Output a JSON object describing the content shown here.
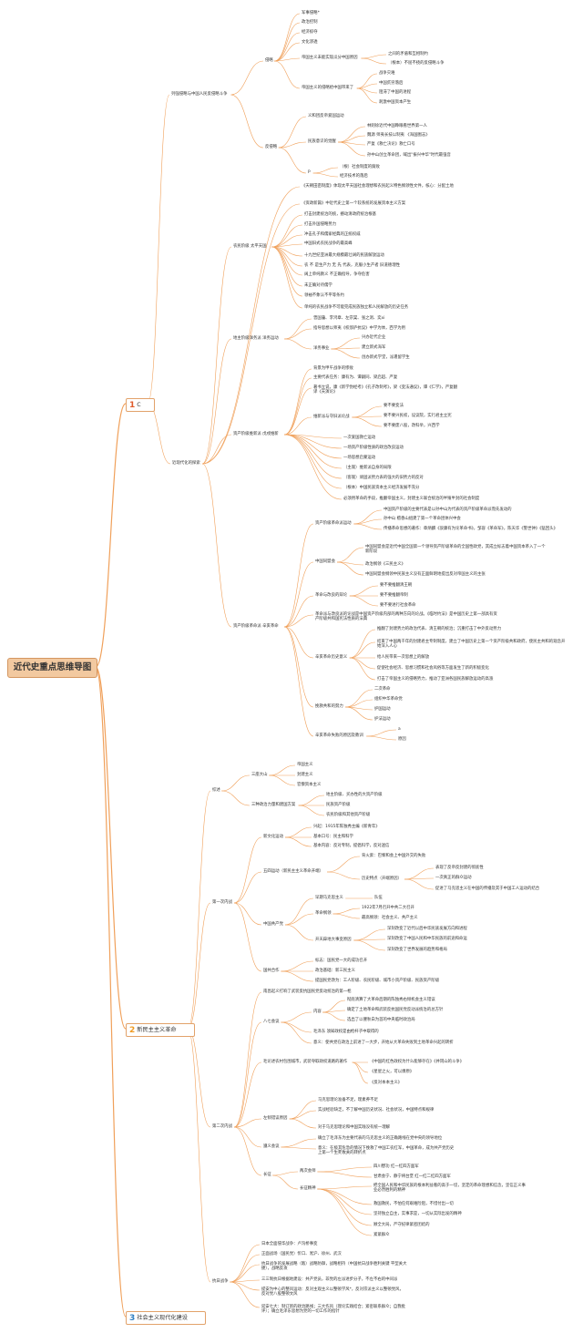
{
  "title": "近代史重点思维导图",
  "colors": {
    "line": "#f0a05a",
    "root_fill": "#f2c9a0",
    "root_border": "#d49660"
  },
  "sections": [
    {
      "num": "1",
      "label": "C"
    },
    {
      "num": "2",
      "label": "新民主主义革命"
    },
    {
      "num": "3",
      "label": "社会主义现代化建设"
    }
  ],
  "nodes": [
    "列强侵略与中国人民反侵略斗争",
    "侵略",
    "军事侵略*",
    "政治控制",
    "经济掠夺",
    "文化渗透",
    "帝国主义未能实现瓜分中国原因",
    "之间的矛盾和互相制约",
    "（根本）不屈不挠的反侵略斗争",
    "帝国主义的侵略给中国带来了",
    "战争灾难",
    "中国贫穷落后",
    "阻滞了中国的进程",
    "刺激中国资本产生",
    "反侵略",
    "义和团反帝爱国运动",
    "民族意识的觉醒",
    "林则徐近代中国睁眼看世界第一人",
    "魏源 师夷长技以制夷 《海国图志》",
    "严复《救亡决论》救亡口号",
    "孙中山创立革命团，喊出\"振兴中华\"时代最强音",
    "P",
    "（根）社会制度的腐败",
    "经济技术的落后",
    "近现代化的探索",
    "《天朝田亩制度》体现太平天国社会理想和农民起义特色纲领性文件，核心：分配土地",
    "《资政新篇》中近代史上第一个较系统的发展资本主义方案",
    "农民阶级 太平天国",
    "打击封建统治的统，撼动清政府统治根基",
    "打击外国侵略势力",
    "冲击孔子和儒家经典的正统权威",
    "中国旧式农民战争的最高峰",
    "十九世纪亚洲最大规模最壮阔的民族解放运动",
    "农 不 是生产力 无 先 代表，克服小生产者 旧道德理性",
    "阔上单纯教义 不正确指导，争夺危害",
    "未正确对待儒学",
    "领袖不象认不平等条约",
    "单纯的农民战争不可能完成民族独立和人民解放的历史任务",
    "地主阶级洋务派 洋务运动",
    "曾国藩、李鸿章、左宗棠、张之洞、奕xi",
    "指导思想以师夷《校邠庐抗议》中学为体，西学为用",
    "洋务事业",
    "兴办近代企业",
    "建立新式海军",
    "创办新式学堂，派遣留学生",
    "资产阶级维新派 戊戌维新",
    "背景为甲午战争的惨败",
    "主要代表任务：康有为、谭嗣同、梁启超、严复",
    "著书立说，康《新学伪经考》《孔子改制考》，梁《变法通议》，谭《仁学》，严复翻译《天演论》",
    "维新派与守旧派论战",
    "要不要变法",
    "要不要兴民权，设议院，实行君主立宪",
    "要不要废八股，改科举，兴西学",
    "一次爱国救亡运动",
    "一场资产阶级性质的政治改良运动",
    "一场思想启蒙运动",
    "（主观）维新派自身的局限",
    "（客观）顽固派势力表的强大的旧势力的反对",
    "（根本）中国民族资本主义经济发展不充分",
    "必须用革命的手段，推翻帝国主义，封建主义联合统治的半殖半封的社会制度",
    "资产阶级革命派 辛亥革命",
    "资产阶级革命派运动",
    "中国资产阶级的主要代表是以孙中山为代表的资产阶级革命派而先发动的",
    "孙中山 檀香山组建了第一个革命团体兴中会",
    "传播革命思想的著作：章炳麟《驳康有为论革命书》，邹容《革命军》，陈天华《警世钟》《猛回头》",
    "中国同盟会",
    "中国同盟会是近代中国全国第一个领导资产阶级革命的全国性政党，其成立标志着中国资本革入了一个新阶段",
    "政治纲领《三民主义》",
    "中国同盟会纲领中民族主义没有正面鲜明地提出反对帝国主义的主张",
    "革命与改良的辩论",
    "要不要推翻清王朝",
    "要不要推翻帝制",
    "要不要进行社会革命",
    "革命派与改良派的论战是中国资产阶级内部的两种方向的论战。《临时约法》是中国历史上第一部具有资产阶级共和国宪法性质的法典",
    "辛亥革命历史意义",
    "推翻了封建势力的政治代表、清王朝的统治；沉重打击了中外反动势力",
    "结束了中国两千年的封建君主专制制度，建立了中国历史上第一个资产阶级共和政府，使民主共和的观念开始深入人心",
    "给人民带来一次思想上的解放",
    "促使社会经济、思想习惯和社会风俗等方面发生了新的积极变化",
    "打击了帝国主义的侵略势力，推动了亚洲各国民族解放运动的高涨",
    "挽救共和的努力",
    "二次革命",
    "组织中华革命党",
    "护国运动",
    "护法运动",
    "辛亥革命失败的原因及教训",
    "a",
    "原因",
    "综述",
    "三座大山",
    "帝国主义",
    "封建主义",
    "官僚资本主义",
    "三种政治力量和建国方案",
    "地主阶级、买办性的大资产阶级",
    "民族资产阶级",
    "农民阶级和其他资产阶级",
    "第一次内战",
    "新文化运动",
    "兴起：1915年陈独秀主编《新青年》",
    "基本口号：民主和科学",
    "基本内容：反对专制，提倡科学，反对迷信",
    "五四运动（新民主主义革命开端）",
    "背火索：巴黎和会上中国外交的失败",
    "历史特点（开端原因）",
    "表现了反帝反封建的彻底性",
    "一次真正的群众运动",
    "促进了马克思主义在中国的传播及其于中国工人运动的结合",
    "中国共产党",
    "早期马克思主义",
    "队伍",
    "革命纲领",
    "1922年7月召开中共二大召开",
    "最高纲领：社会主义、共产主义",
    "开天辟地大事变原因",
    "深刻改变了近代以后中华民族发展方向和进程",
    "深刻改变了中国人民和中华民族的前途和命运",
    "深刻改变了世界发展的趋势和格局",
    "国共合作",
    "标志：国民党一大的成功召开",
    "政治基础：新三民主义",
    "提国民党改为：工人阶级、农民阶级、城市小资产阶级、民族资产阶级",
    "第二次内战",
    "南昌起义打响了武装反抗国民党反动统治的第一枪",
    "八七会议",
    "内容",
    "彻底清算了大革命后期的陈独秀右倾机会主义错误",
    "确定了土地革命和武装反抗国民党反动派统治的总方针",
    "选出了以瞿秋白为首的中央临时政治局",
    "毛泽东 须知政权是由枪杆子中取得的",
    "意义：使共党在政治上前进了一大步，开始从大革命失败到土地革命兴起的转折",
    "毛论述农村包围城市，武装夺取政权道路的著作",
    "《中国的红色政权为什么能够存在》《井冈山的斗争》",
    "《星星之火，可以燎原》",
    "《反对本本主义》",
    "左倾错误原因",
    "马克思理论准备不足，理素养不足",
    "实战经验缺乏，不了解中国历史状况、社会状况，中国特点和规律",
    "对于马克思理论和中国实践没有统一理解",
    "遵义会议",
    "确立了毛泽东为主要代表的马克思主义的正确路线在党中央的领导地位",
    "意义：在极其危急的情况下挽救了中国工农红军，中国革命，成为共产党历史上第一个生死攸关的转折点",
    "长征",
    "两次会师",
    "四川懋功 红一红四方面军",
    "甘肃会宁、静宁将台堡 红一红二红四方面军",
    "长征精神",
    "把全国人民和中华民族的根本利益看的高于一切，坚定的革命理想和信念，坚信正义事业必然胜利的精神",
    "救国救民，不怕任何艰难险阻，不惜付出一切",
    "坚持独立自主，实事求是，一切从实际出发的精神",
    "顾全大局，严守纪律紧密团结的",
    "紧紧群众",
    "抗日战争",
    "日本全面侵华战争：卢沟桥事变",
    "正面战场（国民党）忻口、淞沪、徐州、武汉",
    "抗日战争的发展战略（敌）战略防御，战略相持（中国抗日战争胜利关键 平型关大捷），战略反攻",
    "三三制抗日根据地建设：共产党员，非党的左派进步分子，不左不右的中间派",
    "提安为中心的整风运动：反对主观主义以整顿学风*，反对宗派主义以整顿党风，反对党八股整顿文风",
    "延安七大：制订新的政治路线；三大作风（理论实践结合；紧密联系群众；自我批评）；确立毛泽东思想为党的一切工作的指针"
  ]
}
